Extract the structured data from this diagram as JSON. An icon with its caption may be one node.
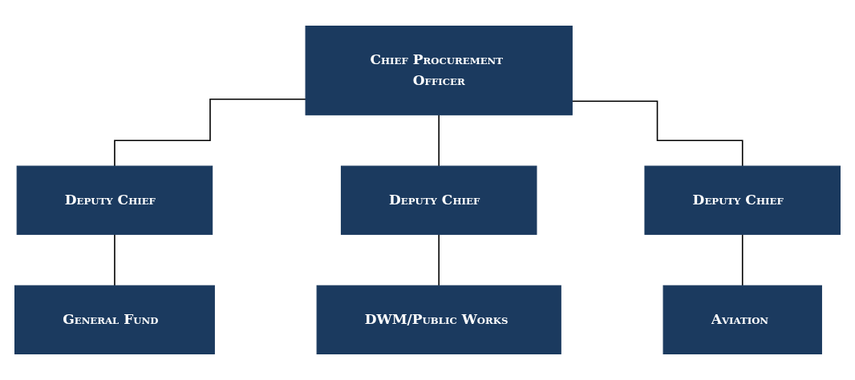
{
  "diagram": {
    "nodes": [
      {
        "text": [
          "Chief Procurement Officer"
        ]
      },
      {
        "text": [
          "Deputy Chief"
        ]
      },
      {
        "text": [
          "Deputy Chief"
        ]
      },
      {
        "text": [
          "Deputy Chief"
        ]
      },
      {
        "text": [
          "General Fund"
        ]
      },
      {
        "text": [
          "DWM/Public Works"
        ]
      },
      {
        "text": [
          "Aviation"
        ]
      }
    ],
    "edges": [
      {
        "from": 0,
        "to": 1,
        "arrow": "none"
      },
      {
        "from": 0,
        "to": 2,
        "arrow": "none"
      },
      {
        "from": 0,
        "to": 3,
        "arrow": "none"
      },
      {
        "from": 1,
        "to": 4,
        "arrow": "none"
      },
      {
        "from": 2,
        "to": 5,
        "arrow": "none"
      },
      {
        "from": 3,
        "to": 6,
        "arrow": "none"
      }
    ]
  }
}
